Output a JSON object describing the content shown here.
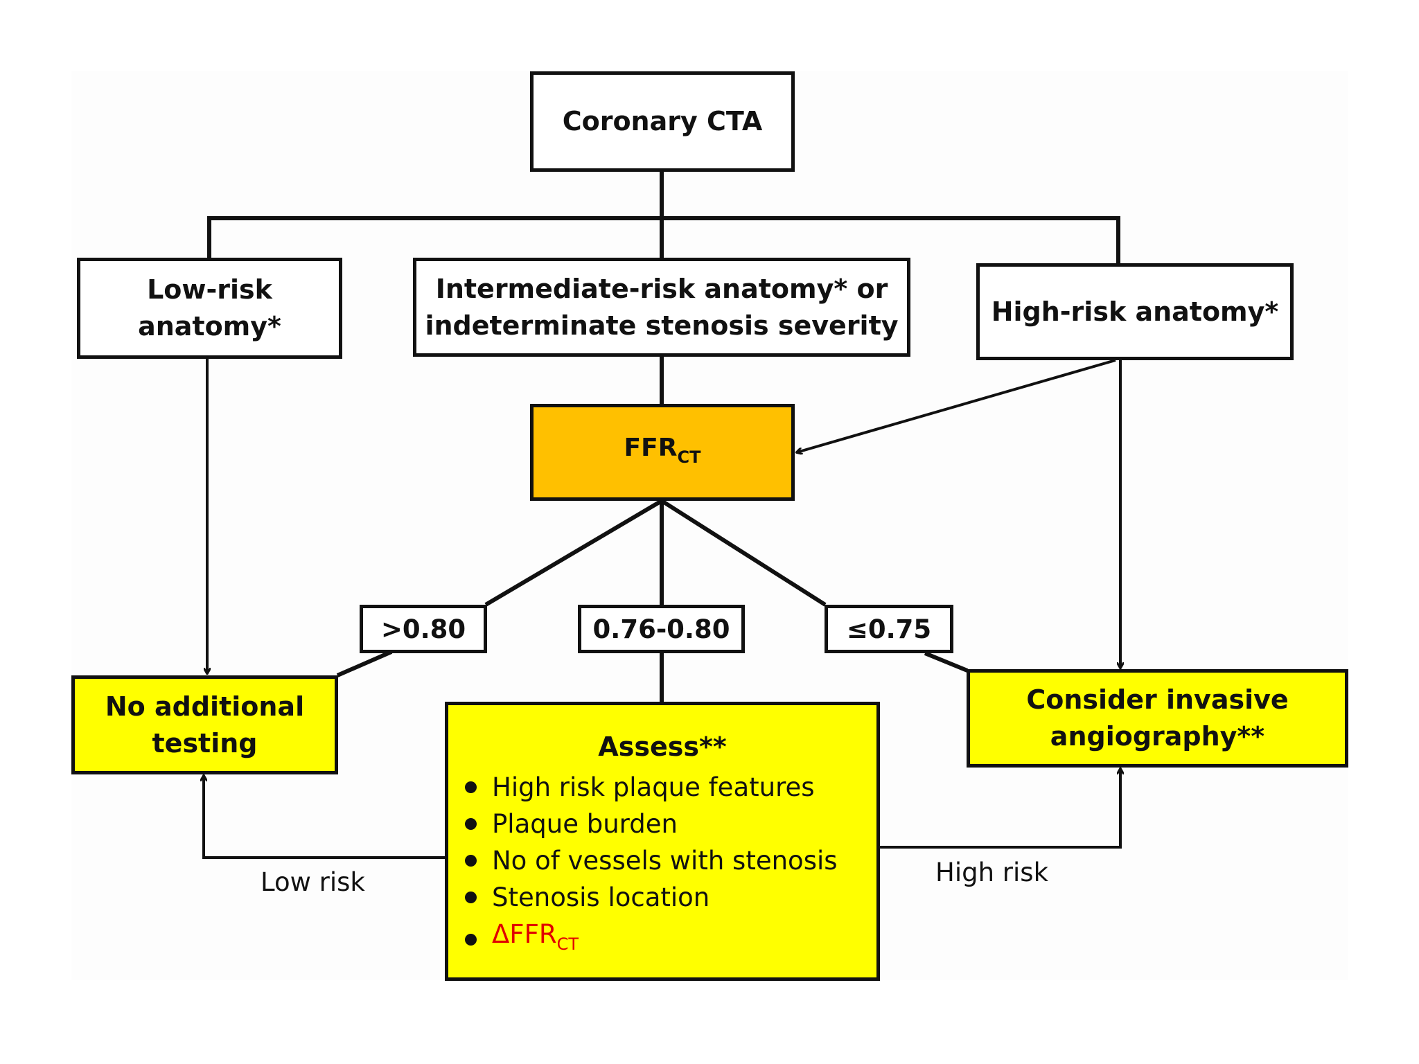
{
  "nodes": {
    "coronary_cta": "Coronary CTA",
    "low_risk_line1": "Low-risk",
    "low_risk_line2": "anatomy*",
    "intermediate_line1": "Intermediate-risk anatomy* or",
    "intermediate_line2": "indeterminate stenosis severity",
    "high_risk": "High-risk anatomy*",
    "ffr": "FFR",
    "ffr_sub": "CT",
    "thresh_high": ">0.80",
    "thresh_mid": "0.76-0.80",
    "thresh_low": "≤0.75",
    "no_testing_line1": "No additional",
    "no_testing_line2": "testing",
    "invasive_line1": "Consider invasive",
    "invasive_line2": "angiography**",
    "assess_title": "Assess**",
    "assess_items": [
      "High risk plaque features",
      "Plaque burden",
      "No of vessels with stenosis",
      "Stenosis location"
    ],
    "delta_ffr": "ΔFFR",
    "delta_ffr_sub": "CT"
  },
  "edge_labels": {
    "low_risk": "Low risk",
    "high_risk": "High risk"
  },
  "colors": {
    "ffr_box": "#ffc000",
    "outcome_box": "#ffff00",
    "delta_text": "#e00000",
    "line": "#111111"
  }
}
